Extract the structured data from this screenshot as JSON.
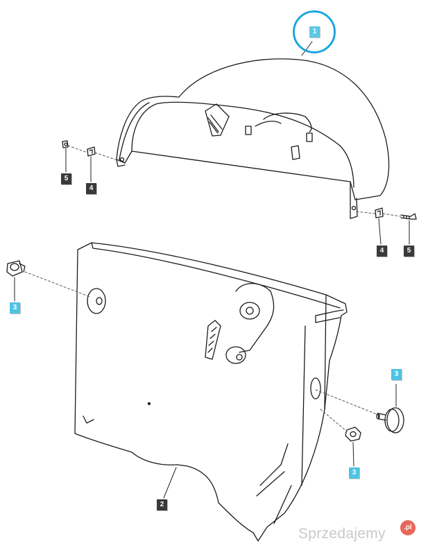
{
  "callouts": {
    "part_1": "1",
    "part_2": "2",
    "part_3a": "3",
    "part_3b": "3",
    "part_3c": "3",
    "part_4a": "4",
    "part_4b": "4",
    "part_5a": "5",
    "part_5b": "5"
  },
  "highlight": {
    "selected_part": "1",
    "ring_color": "#1ea6df",
    "label_color": "#4fc3e3"
  },
  "watermark": {
    "text": "Sprzedajemy",
    "badge": ".pl"
  }
}
